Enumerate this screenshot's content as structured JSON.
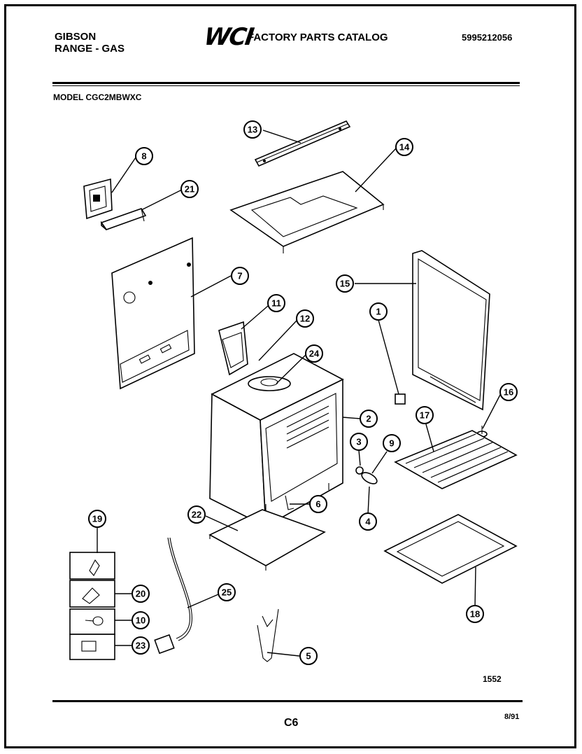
{
  "header": {
    "brand_line1": "GIBSON",
    "brand_line2": "RANGE - GAS",
    "logo_text": "WCI",
    "catalog_title": "FACTORY PARTS CATALOG",
    "part_number": "5995212056",
    "model_label": "MODEL CGC2MBWXC"
  },
  "callouts": [
    "1",
    "2",
    "3",
    "4",
    "5",
    "6",
    "7",
    "8",
    "9",
    "10",
    "11",
    "12",
    "13",
    "14",
    "15",
    "16",
    "17",
    "18",
    "19",
    "20",
    "21",
    "22",
    "23",
    "24",
    "25"
  ],
  "footer": {
    "diagram_number": "1552",
    "page_code": "C6",
    "date": "8/91"
  }
}
